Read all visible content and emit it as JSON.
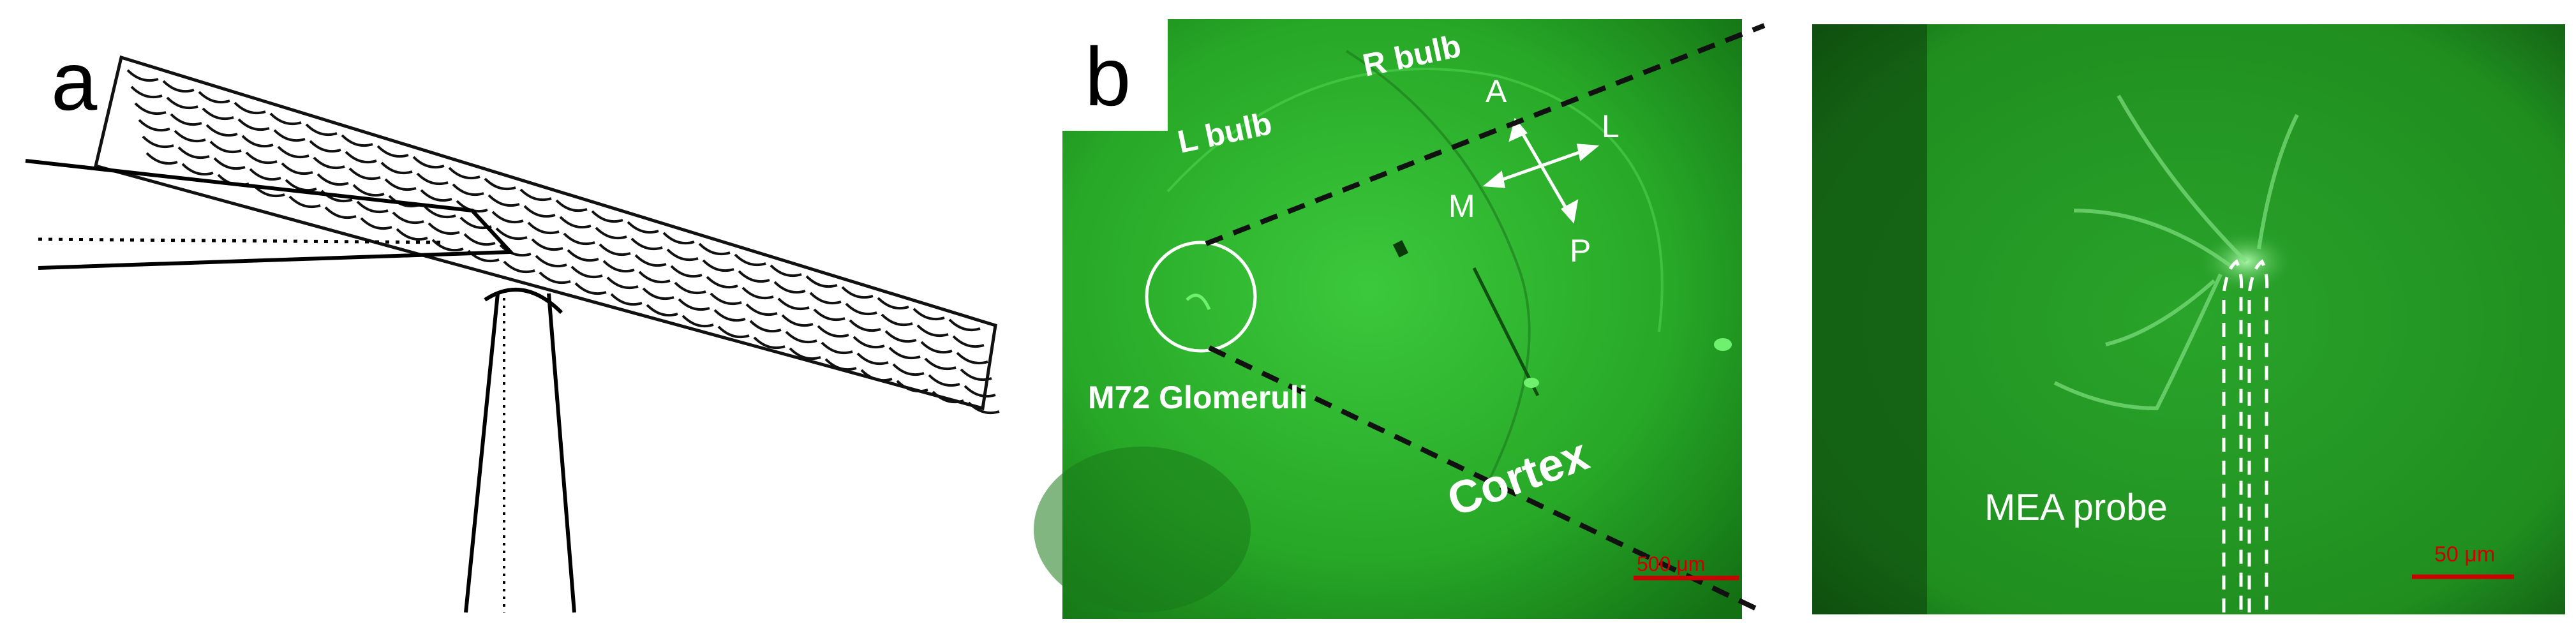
{
  "panel_a": {
    "letter": "a"
  },
  "panel_b": {
    "letter": "b",
    "labels": {
      "l_bulb": "L bulb",
      "r_bulb": "R bulb",
      "glomeruli": "M72 Glomeruli",
      "cortex": "Cortex",
      "axis_a": "A",
      "axis_l": "L",
      "axis_m": "M",
      "axis_p": "P",
      "scale_left": "500 μm",
      "mea_probe": "MEA probe",
      "scale_right": "50 μm"
    },
    "colors": {
      "fluorescence": "#2fb52f",
      "scale_bar": "#cc0000",
      "annotation": "#ffffff"
    }
  }
}
